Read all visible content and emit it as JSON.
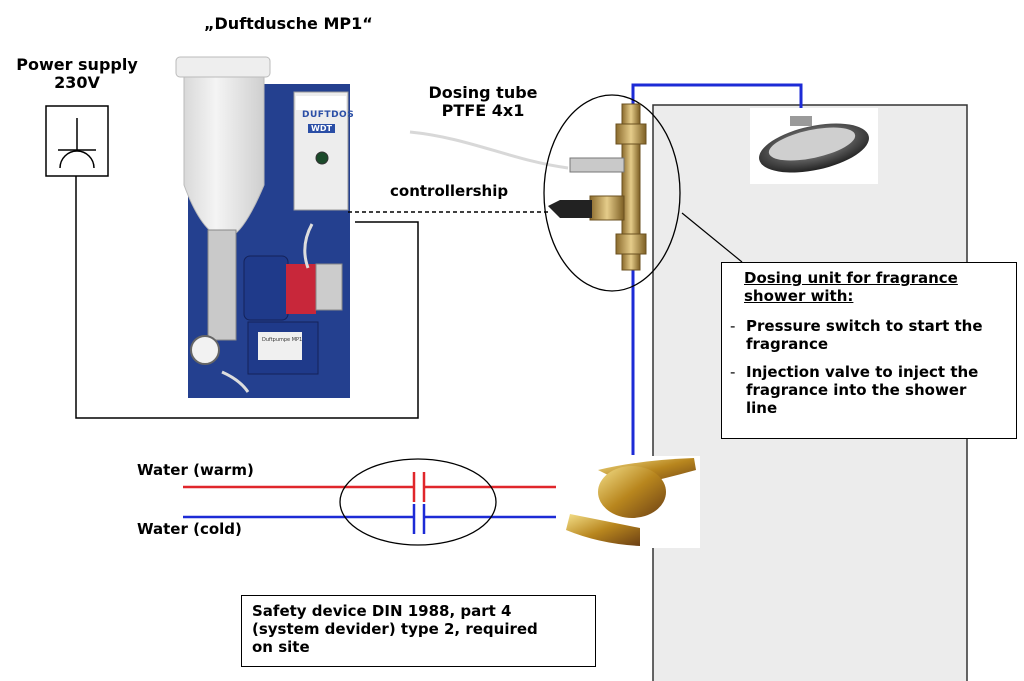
{
  "title": "„Duftdusche MP1“",
  "power_supply": {
    "line1": "Power supply",
    "line2": "230V"
  },
  "dosing_tube": {
    "line1": "Dosing tube",
    "line2": "PTFE 4x1"
  },
  "controllership_label": "controllership",
  "device_panel": {
    "brand": "DUFTDOS",
    "logo": "WDT",
    "pump_label": "Duftpumpe MP1"
  },
  "water_warm_label": "Water (warm)",
  "water_cold_label": "Water (cold)",
  "dosing_unit_box": {
    "heading_line1": "Dosing unit for fragrance",
    "heading_line2": "shower with:",
    "items": [
      {
        "bullet": "-",
        "line1": "Pressure switch to start the",
        "line2": "fragrance",
        "line3": ""
      },
      {
        "bullet": "-",
        "line1": "Injection valve to inject the",
        "line2": "fragrance into the shower",
        "line3": "line"
      }
    ]
  },
  "safety_box": {
    "line1": "Safety device DIN 1988, part 4",
    "line2": "(system devider) type 2, required",
    "line3": "on site"
  },
  "colors": {
    "warm_line": "#e0262b",
    "cold_line": "#1d2bd6",
    "panel_blue": "#24408f",
    "wall_gray": "#ececec"
  }
}
